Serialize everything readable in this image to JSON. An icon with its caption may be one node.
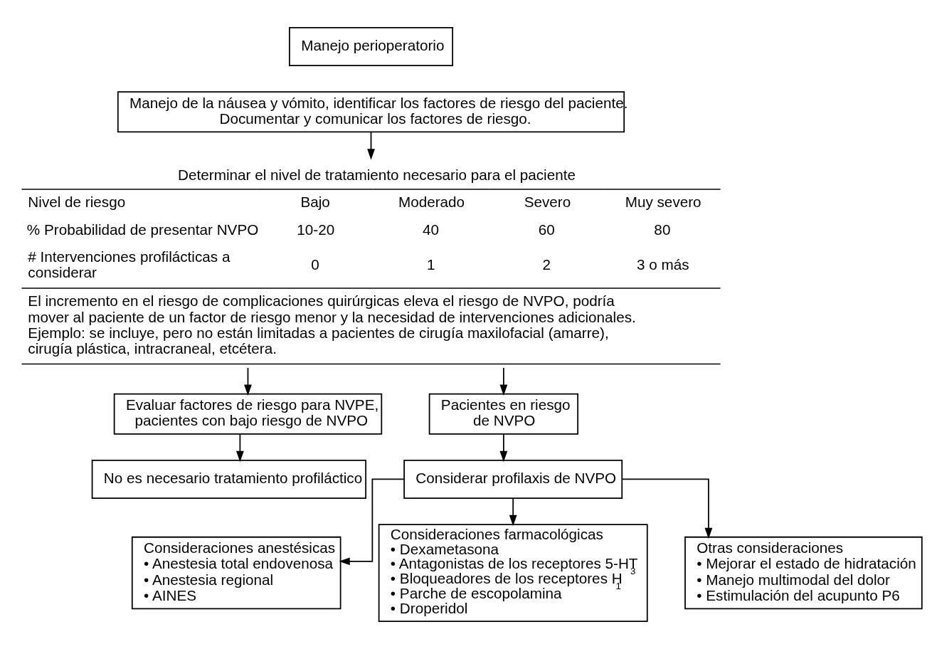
{
  "diagram": {
    "nodes": [
      {
        "text": [
          "Manejo perioperatorio"
        ]
      },
      {
        "text": [
          "Manejo de la náusea y vómito, identificar los factores de riesgo del paciente. Documentar y comunicar los factores de riesgo."
        ]
      },
      {
        "text": [
          "Determinar el nivel de tratamiento necesario para el paciente",
          "Nivel de riesgo",
          "Bajo",
          "Moderado",
          "Severo",
          "Muy severo",
          "% Probabilidad de presentar NVPO",
          "10-20",
          "40",
          "60",
          "80",
          "# Intervenciones profilácticas a considerar",
          "0",
          "1",
          "2",
          "3 o más",
          "El incremento en el riesgo de complicaciones quirúrgicas eleva el riesgo de NVPO, podría mover al paciente de un factor de riesgo menor y la necesidad de intervenciones adicionales. Ejemplo: se incluye, pero no están limitadas a pacientes de cirugía maxilofacial (amarre), cirugía plástica, intracraneal, etcétera."
        ]
      },
      {
        "text": [
          "Evaluar factores de riesgo para NVPE, pacientes con bajo riesgo de NVPO"
        ]
      },
      {
        "text": [
          "Pacientes en riesgo de NVPO"
        ]
      },
      {
        "text": [
          "No es necesario tratamiento profiláctico"
        ]
      },
      {
        "text": [
          "Considerar profilaxis de NVPO"
        ]
      },
      {
        "text": [
          "Consideraciones anestésicas",
          "• Anestesia total endovenosa",
          "• Anestesia regional",
          "• AINES"
        ]
      },
      {
        "text": [
          "Consideraciones farmacológicas",
          "• Dexametasona",
          "• Antagonistas de los receptores 5-HT$_{3}$",
          "• Bloqueadores de los receptores H$_{1}$",
          "• Parche de escopolamina",
          "• Droperidol"
        ]
      },
      {
        "text": [
          "Otras consideraciones",
          "• Mejorar el estado de hidratación",
          "• Manejo multimodal del dolor",
          "• Estimulación del acupunto P6"
        ]
      }
    ],
    "edges": [
      {
        "from": 1,
        "to": 2,
        "arrow": "to"
      },
      {
        "from": 2,
        "to": 3,
        "arrow": "to"
      },
      {
        "from": 2,
        "to": 4,
        "arrow": "to"
      },
      {
        "from": 3,
        "to": 5,
        "arrow": "to"
      },
      {
        "from": 4,
        "to": 6,
        "arrow": "to"
      },
      {
        "from": 6,
        "to": 7,
        "arrow": "to"
      },
      {
        "from": 6,
        "to": 8,
        "arrow": "to"
      },
      {
        "from": 6,
        "to": 9,
        "arrow": "to"
      }
    ]
  }
}
